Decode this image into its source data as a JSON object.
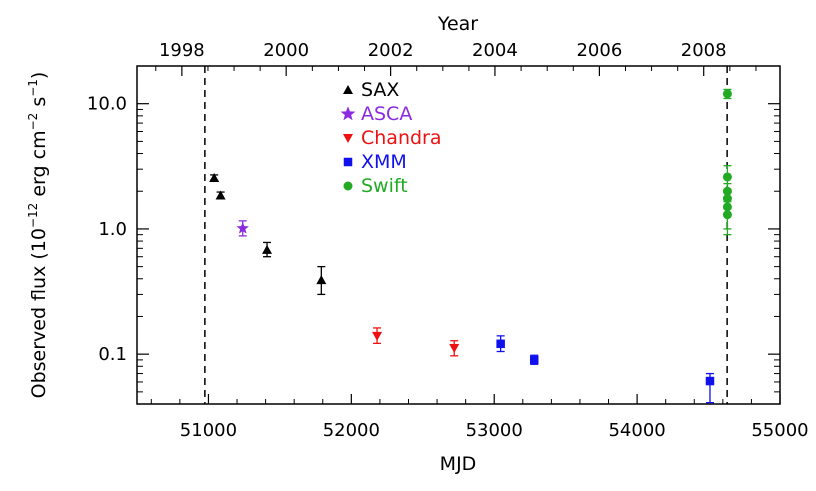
{
  "chart_data": {
    "type": "scatter",
    "xlabel": "MJD",
    "x2label": "Year",
    "ylabel": "Observed flux (10",
    "ylabel_exp1": "−12",
    "ylabel_mid": " erg cm",
    "ylabel_exp2": "−2",
    "ylabel_mid2": " s",
    "ylabel_exp3": "−1",
    "ylabel_end": ")",
    "xlim": [
      50500,
      55000
    ],
    "ylim": [
      0.04,
      20
    ],
    "yscale": "log",
    "xticks": [
      {
        "value": 51000,
        "label": "51000"
      },
      {
        "value": 52000,
        "label": "52000"
      },
      {
        "value": 53000,
        "label": "53000"
      },
      {
        "value": 54000,
        "label": "54000"
      },
      {
        "value": 55000,
        "label": "55000"
      }
    ],
    "x2ticks": [
      {
        "mjd": 50814,
        "label": "1998"
      },
      {
        "mjd": 51544,
        "label": "2000"
      },
      {
        "mjd": 52275,
        "label": "2002"
      },
      {
        "mjd": 53005,
        "label": "2004"
      },
      {
        "mjd": 53736,
        "label": "2006"
      },
      {
        "mjd": 54466,
        "label": "2008"
      }
    ],
    "yticks": [
      {
        "value": 0.1,
        "label": "0.1"
      },
      {
        "value": 1.0,
        "label": "1.0"
      },
      {
        "value": 10.0,
        "label": "10.0"
      }
    ],
    "vlines": [
      50975,
      54630
    ],
    "legend_position": "top-center",
    "series": [
      {
        "name": "SAX",
        "color": "#000000",
        "marker": "triangle-up",
        "points": [
          {
            "x": 51040,
            "y": 2.55,
            "ylo": 2.45,
            "yhi": 2.7
          },
          {
            "x": 51085,
            "y": 1.85,
            "ylo": 1.75,
            "yhi": 1.97
          },
          {
            "x": 51410,
            "y": 0.68,
            "ylo": 0.6,
            "yhi": 0.78
          },
          {
            "x": 51790,
            "y": 0.39,
            "ylo": 0.3,
            "yhi": 0.5
          }
        ]
      },
      {
        "name": "ASCA",
        "color": "#8a2be2",
        "marker": "star",
        "points": [
          {
            "x": 51240,
            "y": 1.01,
            "ylo": 0.88,
            "yhi": 1.16
          }
        ]
      },
      {
        "name": "Chandra",
        "color": "#ee1111",
        "marker": "triangle-down",
        "points": [
          {
            "x": 52180,
            "y": 0.14,
            "ylo": 0.122,
            "yhi": 0.162
          },
          {
            "x": 52720,
            "y": 0.112,
            "ylo": 0.097,
            "yhi": 0.128
          }
        ]
      },
      {
        "name": "XMM",
        "color": "#1111ee",
        "marker": "square",
        "points": [
          {
            "x": 53045,
            "y": 0.121,
            "ylo": 0.105,
            "yhi": 0.14
          },
          {
            "x": 53280,
            "y": 0.09,
            "ylo": 0.083,
            "yhi": 0.098
          },
          {
            "x": 54510,
            "y": 0.061,
            "ylo": 0.041,
            "yhi": 0.07
          }
        ]
      },
      {
        "name": "Swift",
        "color": "#22aa22",
        "marker": "circle",
        "points": [
          {
            "x": 54632,
            "y": 12.0,
            "ylo": 11.0,
            "yhi": 13.0
          },
          {
            "x": 54632,
            "y": 2.6,
            "ylo": 2.0,
            "yhi": 3.2
          },
          {
            "x": 54632,
            "y": 2.0,
            "ylo": 1.7,
            "yhi": 2.3
          },
          {
            "x": 54632,
            "y": 1.75,
            "ylo": 1.45,
            "yhi": 2.05
          },
          {
            "x": 54632,
            "y": 1.5,
            "ylo": 1.0,
            "yhi": 2.0
          },
          {
            "x": 54632,
            "y": 1.3,
            "ylo": 0.9,
            "yhi": 1.65
          }
        ]
      }
    ]
  }
}
